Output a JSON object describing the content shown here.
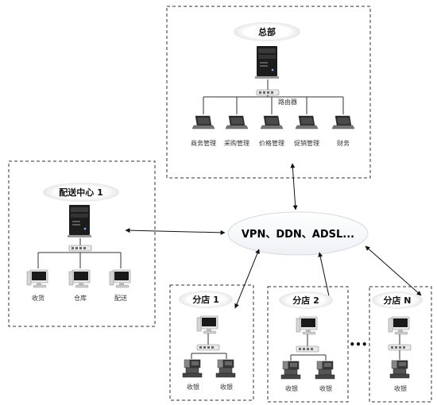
{
  "headquarters": {
    "title": "总部",
    "switch_label": "路由器",
    "workstations": [
      "商务管理",
      "采购管理",
      "价格管理",
      "促销管理",
      "财务"
    ]
  },
  "distribution_center": {
    "title": "配送中心 1",
    "workstations": [
      "收货",
      "仓库",
      "配送"
    ]
  },
  "network": {
    "label": "VPN、DDN、ADSL..."
  },
  "branches": [
    {
      "title": "分店 1",
      "terminals": [
        "收银",
        "收银"
      ]
    },
    {
      "title": "分店 2",
      "terminals": [
        "收银",
        "收银"
      ]
    },
    {
      "title": "分店 N",
      "terminals": [
        "收银"
      ]
    }
  ],
  "ellipsis": "•••",
  "icons": [
    "server-tower-icon",
    "network-switch-icon",
    "laptop-icon",
    "desktop-pc-icon",
    "pos-terminal-icon"
  ]
}
